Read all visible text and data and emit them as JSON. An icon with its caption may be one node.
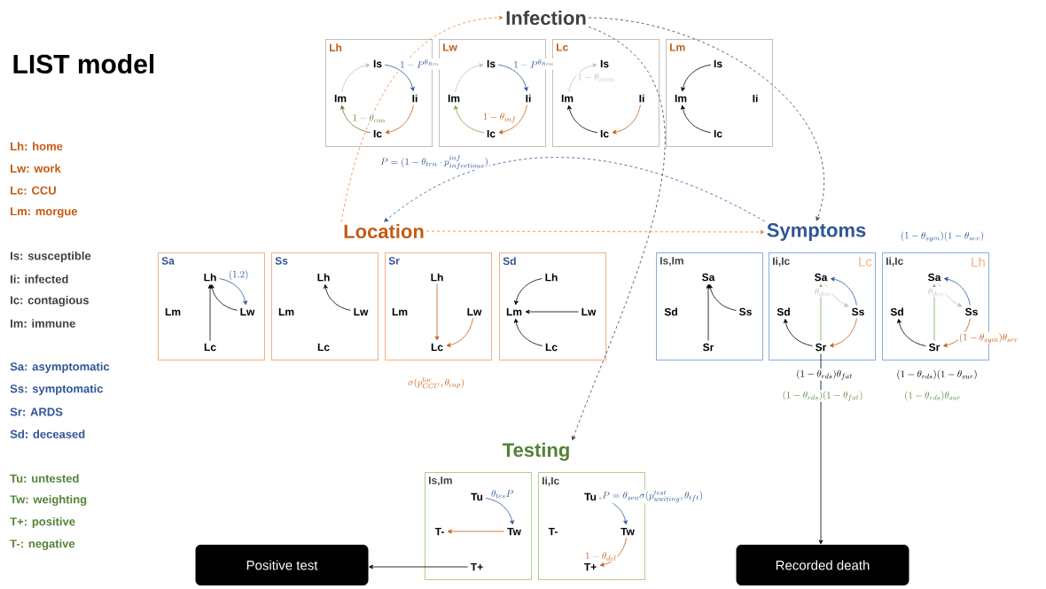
{
  "diagram": {
    "title": "LIST model",
    "nodes": [
      {
        "text": [
          "Infection"
        ]
      },
      {
        "text": [
          "Lh"
        ]
      },
      {
        "text": [
          "Is"
        ],
        "in": 1
      },
      {
        "text": [
          "Im"
        ],
        "in": 1
      },
      {
        "text": [
          "Ii"
        ],
        "in": 1
      },
      {
        "text": [
          "Ic"
        ],
        "in": 1
      },
      {
        "text": [
          "Lw"
        ]
      },
      {
        "text": [
          "Is"
        ],
        "in": 6
      },
      {
        "text": [
          "Im"
        ],
        "in": 6
      },
      {
        "text": [
          "Ii"
        ],
        "in": 6
      },
      {
        "text": [
          "Ic"
        ],
        "in": 6
      },
      {
        "text": [
          "Lc"
        ]
      },
      {
        "text": [
          "Is"
        ],
        "in": 11
      },
      {
        "text": [
          "Im"
        ],
        "in": 11
      },
      {
        "text": [
          "Ii"
        ],
        "in": 11
      },
      {
        "text": [
          "Ic"
        ],
        "in": 11
      },
      {
        "text": [
          "Lm"
        ]
      },
      {
        "text": [
          "Is"
        ],
        "in": 16
      },
      {
        "text": [
          "Im"
        ],
        "in": 16
      },
      {
        "text": [
          "Ii"
        ],
        "in": 16
      },
      {
        "text": [
          "Ic"
        ],
        "in": 16
      },
      {
        "text": [
          "Location"
        ]
      },
      {
        "text": [
          "Sa"
        ]
      },
      {
        "text": [
          "Lh"
        ],
        "in": 22
      },
      {
        "text": [
          "Lm"
        ],
        "in": 22
      },
      {
        "text": [
          "Lw"
        ],
        "in": 22
      },
      {
        "text": [
          "Lc"
        ],
        "in": 22
      },
      {
        "text": [
          "Ss"
        ]
      },
      {
        "text": [
          "Lh"
        ],
        "in": 27
      },
      {
        "text": [
          "Lm"
        ],
        "in": 27
      },
      {
        "text": [
          "Lw"
        ],
        "in": 27
      },
      {
        "text": [
          "Lc"
        ],
        "in": 27
      },
      {
        "text": [
          "Sr"
        ]
      },
      {
        "text": [
          "Lh"
        ],
        "in": 32
      },
      {
        "text": [
          "Lm"
        ],
        "in": 32
      },
      {
        "text": [
          "Lw"
        ],
        "in": 32
      },
      {
        "text": [
          "Lc"
        ],
        "in": 32
      },
      {
        "text": [
          "Sd"
        ]
      },
      {
        "text": [
          "Lh"
        ],
        "in": 37
      },
      {
        "text": [
          "Lm"
        ],
        "in": 37
      },
      {
        "text": [
          "Lw"
        ],
        "in": 37
      },
      {
        "text": [
          "Lc"
        ],
        "in": 37
      },
      {
        "text": [
          "Symptoms"
        ]
      },
      {
        "text": [
          "Is,Im"
        ]
      },
      {
        "text": [
          "Sa"
        ],
        "in": 43
      },
      {
        "text": [
          "Sd"
        ],
        "in": 43
      },
      {
        "text": [
          "Ss"
        ],
        "in": 43
      },
      {
        "text": [
          "Sr"
        ],
        "in": 43
      },
      {
        "text": [
          "Ii,Ic",
          "Lc"
        ]
      },
      {
        "text": [
          "Sa"
        ],
        "in": 48
      },
      {
        "text": [
          "Sd"
        ],
        "in": 48
      },
      {
        "text": [
          "Ss"
        ],
        "in": 48
      },
      {
        "text": [
          "Sr"
        ],
        "in": 48
      },
      {
        "text": [
          "Ii,Ic",
          "Lh"
        ]
      },
      {
        "text": [
          "Sa"
        ],
        "in": 53
      },
      {
        "text": [
          "Sd"
        ],
        "in": 53
      },
      {
        "text": [
          "Ss"
        ],
        "in": 53
      },
      {
        "text": [
          "Sr"
        ],
        "in": 53
      },
      {
        "text": [
          "Testing"
        ]
      },
      {
        "text": [
          "Is,Im"
        ]
      },
      {
        "text": [
          "Tu"
        ],
        "in": 59
      },
      {
        "text": [
          "T-"
        ],
        "in": 59
      },
      {
        "text": [
          "Tw"
        ],
        "in": 59
      },
      {
        "text": [
          "T+"
        ],
        "in": 59
      },
      {
        "text": [
          "Ii,Ic"
        ]
      },
      {
        "text": [
          "Tu"
        ],
        "in": 64
      },
      {
        "text": [
          "T-"
        ],
        "in": 64
      },
      {
        "text": [
          "Tw"
        ],
        "in": 64
      },
      {
        "text": [
          "T+"
        ],
        "in": 64
      },
      {
        "text": [
          "Positive test"
        ]
      },
      {
        "text": [
          "Recorded death"
        ]
      }
    ],
    "edges": [
      {
        "from": 2,
        "to": 4,
        "arrow": "to",
        "color": "#2f5597",
        "label": "1-P^{\\theta_{Rin}}"
      },
      {
        "from": 4,
        "to": 5,
        "arrow": "to",
        "color": "#c55a11"
      },
      {
        "from": 5,
        "to": 3,
        "arrow": "to",
        "color": "#548235",
        "label": "1-\\theta_{con}"
      },
      {
        "from": 3,
        "to": 2,
        "arrow": "to",
        "color": "#bfbfbf"
      },
      {
        "from": 7,
        "to": 9,
        "arrow": "to",
        "color": "#2f5597",
        "label": "1-P^{\\theta_{Row}}"
      },
      {
        "from": 9,
        "to": 10,
        "arrow": "to",
        "color": "#c55a11",
        "label": "1-\\theta_{inf}"
      },
      {
        "from": 10,
        "to": 8,
        "arrow": "to",
        "color": "#70ad47"
      },
      {
        "from": 8,
        "to": 7,
        "arrow": "to",
        "color": "#bfbfbf"
      },
      {
        "from": 13,
        "to": 12,
        "arrow": "to",
        "color": "#bfbfbf",
        "label": "1-\\theta_{imm}"
      },
      {
        "from": 14,
        "to": 15,
        "arrow": "to",
        "color": "#c55a11"
      },
      {
        "from": 15,
        "to": 13,
        "arrow": "to"
      },
      {
        "from": 17,
        "to": 18,
        "arrow": "to"
      },
      {
        "from": 20,
        "to": 18,
        "arrow": "to"
      },
      {
        "from": 26,
        "to": 23,
        "arrow": "to"
      },
      {
        "from": 25,
        "to": 23,
        "arrow": "to"
      },
      {
        "from": 23,
        "to": 25,
        "arrow": "to",
        "color": "#2f5597",
        "label": "(1.2)"
      },
      {
        "from": 30,
        "to": 28,
        "arrow": "to"
      },
      {
        "from": 33,
        "to": 36,
        "arrow": "to",
        "color": "#c55a11"
      },
      {
        "from": 35,
        "to": 36,
        "arrow": "to",
        "color": "#c55a11"
      },
      {
        "from": 38,
        "to": 39,
        "arrow": "to"
      },
      {
        "from": 40,
        "to": 39,
        "arrow": "to"
      },
      {
        "from": 41,
        "to": 39,
        "arrow": "to"
      },
      {
        "from": 47,
        "to": 44,
        "arrow": "to"
      },
      {
        "from": 46,
        "to": 44,
        "arrow": "to"
      },
      {
        "from": 51,
        "to": 49,
        "arrow": "to",
        "color": "#2f5597"
      },
      {
        "from": 52,
        "to": 49,
        "arrow": "to",
        "color": "#70ad47"
      },
      {
        "from": 49,
        "to": 51,
        "arrow": "to",
        "color": "#bfbfbf",
        "label": "\\theta_{dev}"
      },
      {
        "from": 51,
        "to": 52,
        "arrow": "to",
        "color": "#c55a11"
      },
      {
        "from": 52,
        "to": 50,
        "arrow": "to"
      },
      {
        "from": 56,
        "to": 54,
        "arrow": "to",
        "color": "#2f5597"
      },
      {
        "from": 57,
        "to": 54,
        "arrow": "to",
        "color": "#70ad47"
      },
      {
        "from": 54,
        "to": 56,
        "arrow": "to",
        "color": "#bfbfbf",
        "label": "\\theta_{dev}"
      },
      {
        "from": 56,
        "to": 57,
        "arrow": "to",
        "color": "#c55a11",
        "label": "(1-\\theta_{sym})\\theta_{sev}"
      },
      {
        "from": 57,
        "to": 55,
        "arrow": "to"
      },
      {
        "from": 60,
        "to": 62,
        "arrow": "to",
        "color": "#2f5597",
        "label": "\\theta_{tes}P"
      },
      {
        "from": 62,
        "to": 61,
        "arrow": "to",
        "color": "#c55a11"
      },
      {
        "from": 65,
        "to": 67,
        "arrow": "to",
        "color": "#2f5597",
        "label": "P=\\theta_{sen}\\sigma(p^{test}_{waiting},\\theta_{tft})"
      },
      {
        "from": 67,
        "to": 68,
        "arrow": "to",
        "color": "#c55a11",
        "label": "1-\\theta_{del}"
      },
      {
        "from": 21,
        "to": 0,
        "arrow": "to",
        "style": "dashed",
        "color": "#ed7d31"
      },
      {
        "from": 0,
        "to": 42,
        "arrow": "to",
        "style": "dashed",
        "color": "#404040"
      },
      {
        "from": 0,
        "to": 58,
        "arrow": "to",
        "style": "dashed",
        "color": "#404040"
      },
      {
        "from": 42,
        "to": 21,
        "arrow": "to",
        "style": "dashed",
        "color": "#2f5597"
      },
      {
        "from": 21,
        "to": 42,
        "arrow": "to",
        "style": "dashed",
        "color": "#ed7d31"
      },
      {
        "from": 63,
        "to": 69,
        "arrow": "to"
      },
      {
        "from": 52,
        "to": 70,
        "arrow": "to"
      }
    ],
    "labels": [
      "Lh: home",
      "Lw: work",
      "Lc: CCU",
      "Lm: morgue",
      "Is: susceptible",
      "Ii: infected",
      "Ic: contagious",
      "Im: immune",
      "Sa: asymptomatic",
      "Ss: symptomatic",
      "Sr: ARDS",
      "Sd: deceased",
      "Tu: untested",
      "Tw: weighting",
      "T+: positive",
      "T-: negative",
      "P=(1-\\theta_{trn}\\cdot p^{inf}_{infectious})",
      "\\sigma(p^{loc}_{CCU},\\theta_{cap})",
      "(1-\\theta_{sym})(1-\\theta_{sev})",
      "(1-\\theta_{rds})\\theta_{fat}",
      "(1-\\theta_{rds})(1-\\theta_{sur})",
      "(1-\\theta_{rds})(1-\\theta_{fat})",
      "(1-\\theta_{rds})\\theta_{sur}"
    ]
  }
}
